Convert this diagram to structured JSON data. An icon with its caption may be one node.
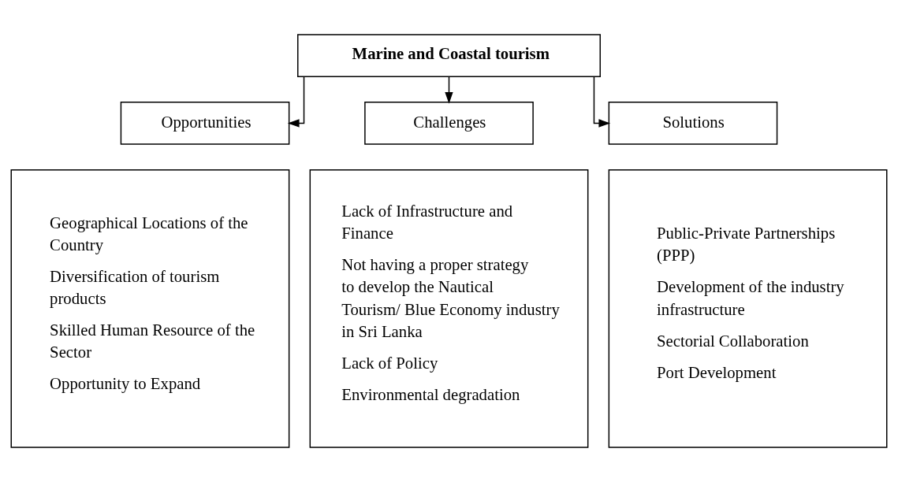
{
  "diagram": {
    "nodes": [
      {
        "text": [
          "Marine and Coastal tourism"
        ]
      },
      {
        "text": [
          "Opportunities"
        ]
      },
      {
        "text": [
          "Challenges"
        ]
      },
      {
        "text": [
          "Solutions"
        ]
      },
      {
        "text": [
          "Geographical Locations of the Country",
          "Diversification of tourism products",
          "Skilled Human Resource of the Sector",
          "Opportunity to Expand"
        ]
      },
      {
        "text": [
          "Lack of Infrastructure and Finance",
          "Not having a proper strategy to develop the Nautical Tourism/ Blue Economy industry in Sri Lanka",
          "Lack of Policy",
          "Environmental degradation"
        ]
      },
      {
        "text": [
          "Public-Private Partnerships (PPP)",
          "Development of the industry infrastructure",
          "Sectorial Collaboration",
          "Port Development"
        ]
      }
    ],
    "edges": [
      {
        "from": 0,
        "to": 1,
        "arrow": "to"
      },
      {
        "from": 0,
        "to": 2,
        "arrow": "to"
      },
      {
        "from": 0,
        "to": 3,
        "arrow": "to"
      }
    ]
  }
}
